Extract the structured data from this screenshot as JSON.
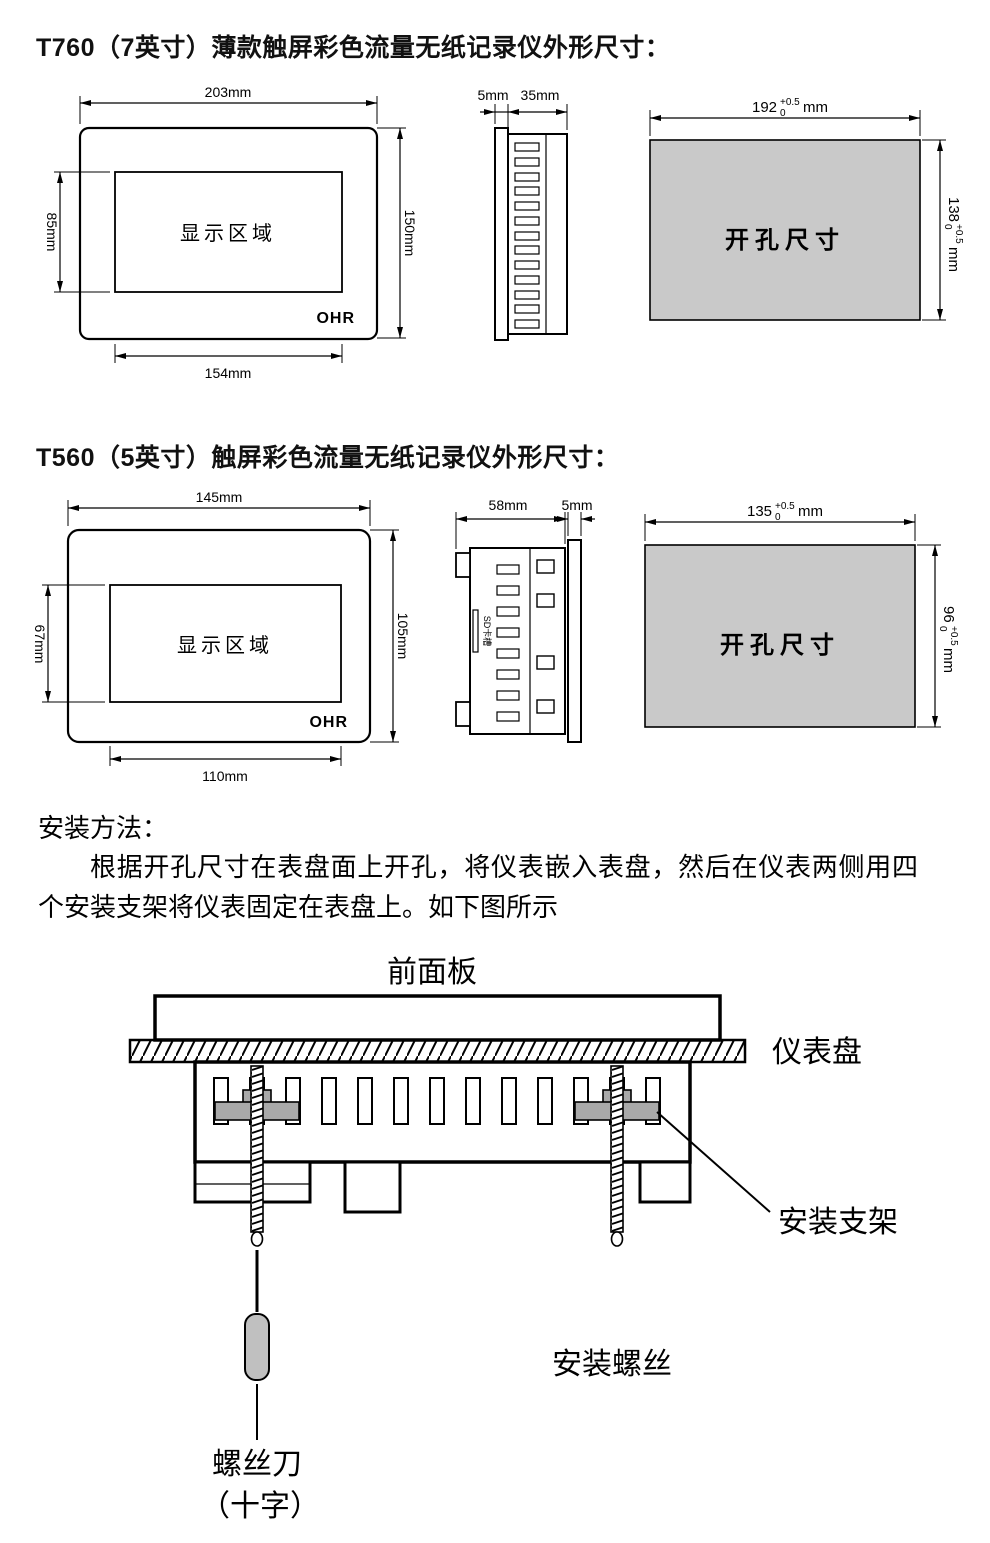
{
  "t760": {
    "title": "T760（7英寸）薄款触屏彩色流量无纸记录仪外形尺寸：",
    "front": {
      "display_area": "显示区域",
      "brand": "OHR",
      "width_top": "203mm",
      "display_height": "85mm",
      "height": "150mm",
      "display_width": "154mm"
    },
    "side": {
      "bezel_depth": "5mm",
      "body_depth": "35mm"
    },
    "cutout": {
      "label": "开孔尺寸",
      "width": {
        "base": "192",
        "plus": "+0.5",
        "minus": "0",
        "unit": "mm"
      },
      "height": {
        "base": "138",
        "plus": "+0.5",
        "minus": "0",
        "unit": "mm"
      }
    }
  },
  "t560": {
    "title": "T560（5英寸）触屏彩色流量无纸记录仪外形尺寸：",
    "front": {
      "display_area": "显示区域",
      "brand": "OHR",
      "width_top": "145mm",
      "display_height": "67mm",
      "height": "105mm",
      "display_width": "110mm"
    },
    "side": {
      "body_depth": "58mm",
      "bezel_depth": "5mm",
      "sd_slot": "SD卡槽"
    },
    "cutout": {
      "label": "开孔尺寸",
      "width": {
        "base": "135",
        "plus": "+0.5",
        "minus": "0",
        "unit": "mm"
      },
      "height": {
        "base": "96",
        "plus": "+0.5",
        "minus": "0",
        "unit": "mm"
      }
    }
  },
  "install": {
    "heading": "安装方法：",
    "body": "根据开孔尺寸在表盘面上开孔，将仪表嵌入表盘，然后在仪表两侧用四个安装支架将仪表固定在表盘上。如下图所示",
    "labels": {
      "front_panel": "前面板",
      "instrument_panel": "仪表盘",
      "bracket": "安装支架",
      "screw": "安装螺丝",
      "screwdriver_line1": "螺丝刀",
      "screwdriver_line2": "（十字）"
    }
  },
  "colors": {
    "cutout_fill": "#c9c9c9",
    "bracket_fill": "#a9a9a9",
    "handle_fill": "#c0c0c0",
    "line": "#000000"
  }
}
